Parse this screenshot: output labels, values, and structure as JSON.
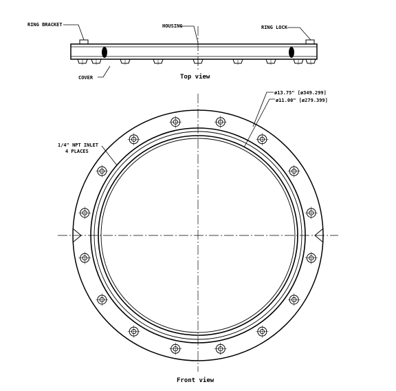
{
  "labels": {
    "ring_bracket": "RING BRACKET",
    "housing": "HOUSING",
    "ring_lock": "RING LOCK",
    "cover": "COVER",
    "top_view": "Top view",
    "front_view": "Front view",
    "dim_outer": "ø13.75\" [ø349.299]",
    "dim_inner": "ø11.00\" [ø279.399]",
    "inlet_line1": "1/4\" NPT INLET",
    "inlet_line2": "4 PLACES"
  },
  "colors": {
    "line": "#000000",
    "background": "#ffffff"
  },
  "bolt_count": 16
}
